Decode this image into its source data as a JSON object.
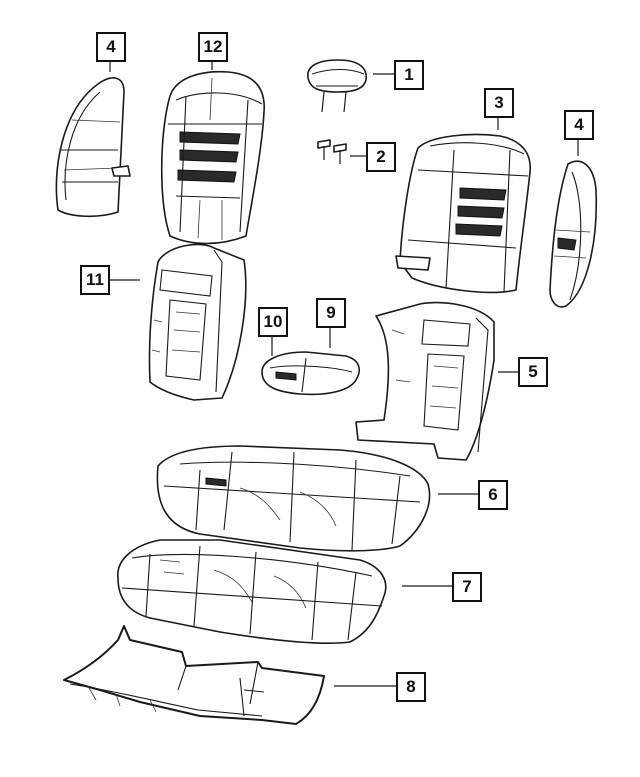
{
  "callouts": [
    {
      "id": "c1",
      "label": "1",
      "part": "headrestraint"
    },
    {
      "id": "c2",
      "label": "2",
      "part": "headrestraint-guides"
    },
    {
      "id": "c3",
      "label": "3",
      "part": "right-seatback-cover"
    },
    {
      "id": "c4a",
      "label": "4",
      "part": "left-bolster"
    },
    {
      "id": "c4b",
      "label": "4",
      "part": "right-bolster"
    },
    {
      "id": "c5",
      "label": "5",
      "part": "right-seatback-frame"
    },
    {
      "id": "c6",
      "label": "6",
      "part": "seat-cushion-cover"
    },
    {
      "id": "c7",
      "label": "7",
      "part": "seat-cushion-foam"
    },
    {
      "id": "c8",
      "label": "8",
      "part": "cushion-wire-frame"
    },
    {
      "id": "c9",
      "label": "9",
      "part": "armrest-cover"
    },
    {
      "id": "c10",
      "label": "10",
      "part": "armrest"
    },
    {
      "id": "c11",
      "label": "11",
      "part": "left-seatback-frame"
    },
    {
      "id": "c12",
      "label": "12",
      "part": "left-seatback-cover"
    }
  ]
}
